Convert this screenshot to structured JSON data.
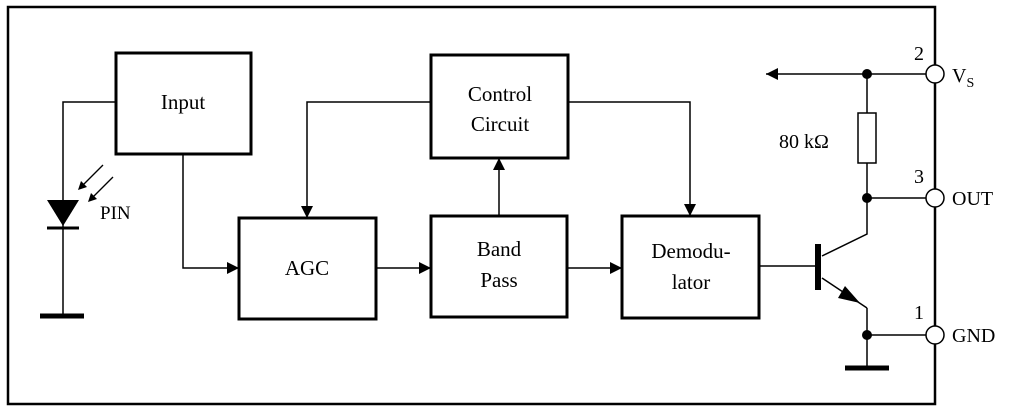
{
  "blocks": {
    "input": "Input",
    "control_line1": "Control",
    "control_line2": "Circuit",
    "agc": "AGC",
    "bandpass_line1": "Band",
    "bandpass_line2": "Pass",
    "demod_line1": "Demodu-",
    "demod_line2": "lator"
  },
  "components": {
    "photodiode_label": "PIN",
    "resistor_label": "80 kΩ"
  },
  "pins": {
    "vs_number": "2",
    "vs_label_main": "V",
    "vs_label_sub": "S",
    "out_number": "3",
    "out_label": "OUT",
    "gnd_number": "1",
    "gnd_label": "GND"
  }
}
